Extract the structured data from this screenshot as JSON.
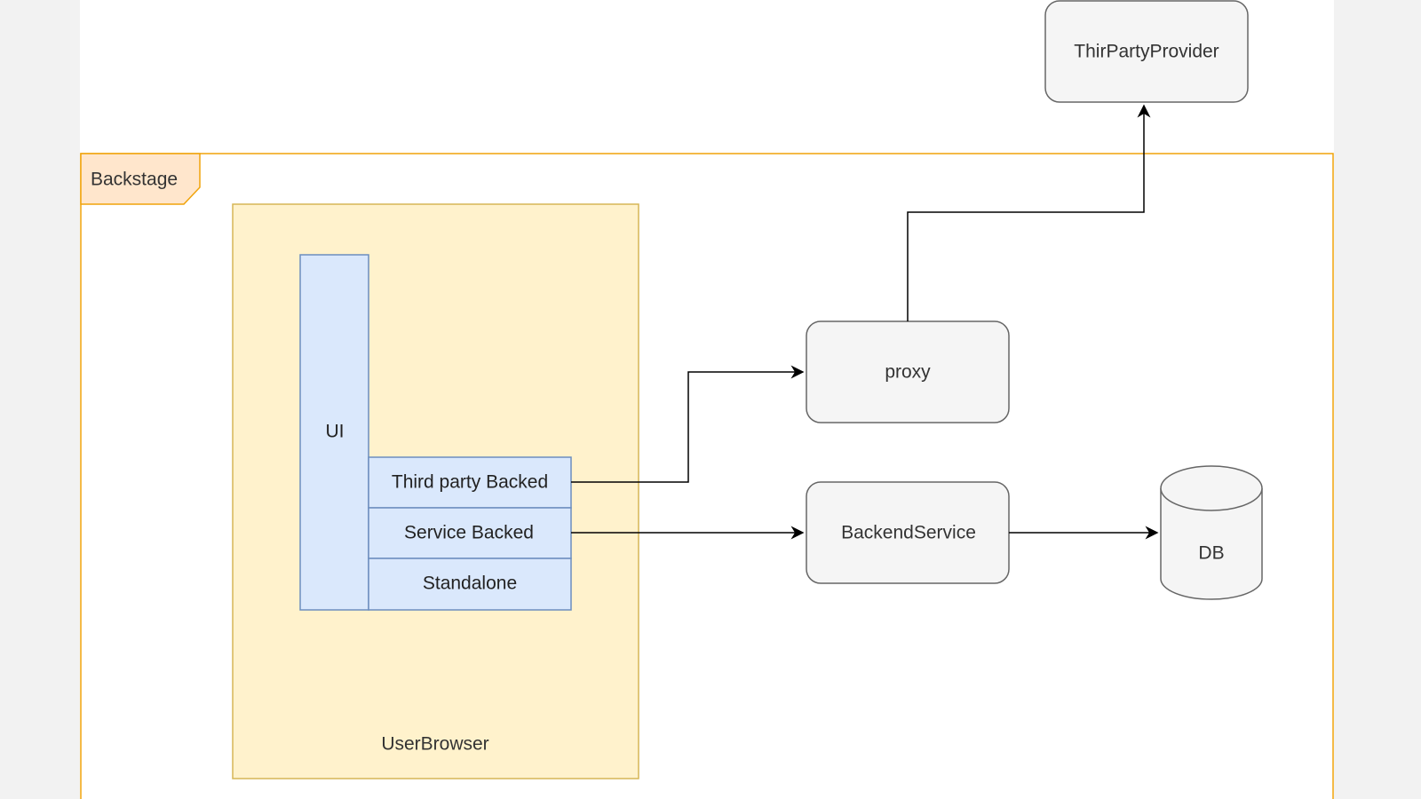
{
  "frame": {
    "label": "Backstage",
    "stroke": "#f0a30a",
    "tab_fill": "#ffe6cc"
  },
  "user_browser": {
    "label": "UserBrowser",
    "fill": "#fff2cc",
    "stroke": "#d6b656"
  },
  "plugin": {
    "ui_label": "UI",
    "layers": [
      "Third party Backed",
      "Service Backed",
      "Standalone"
    ],
    "fill": "#dae8fc",
    "stroke": "#6c8ebf"
  },
  "nodes": {
    "third_party_provider": "ThirPartyProvider",
    "proxy": "proxy",
    "backend_service": "BackendService",
    "db": "DB",
    "fill": "#f5f5f5",
    "stroke": "#666666"
  },
  "edges": [
    {
      "from": "Third party Backed",
      "to": "proxy"
    },
    {
      "from": "proxy",
      "to": "ThirPartyProvider"
    },
    {
      "from": "Service Backed",
      "to": "BackendService"
    },
    {
      "from": "BackendService",
      "to": "DB"
    }
  ]
}
